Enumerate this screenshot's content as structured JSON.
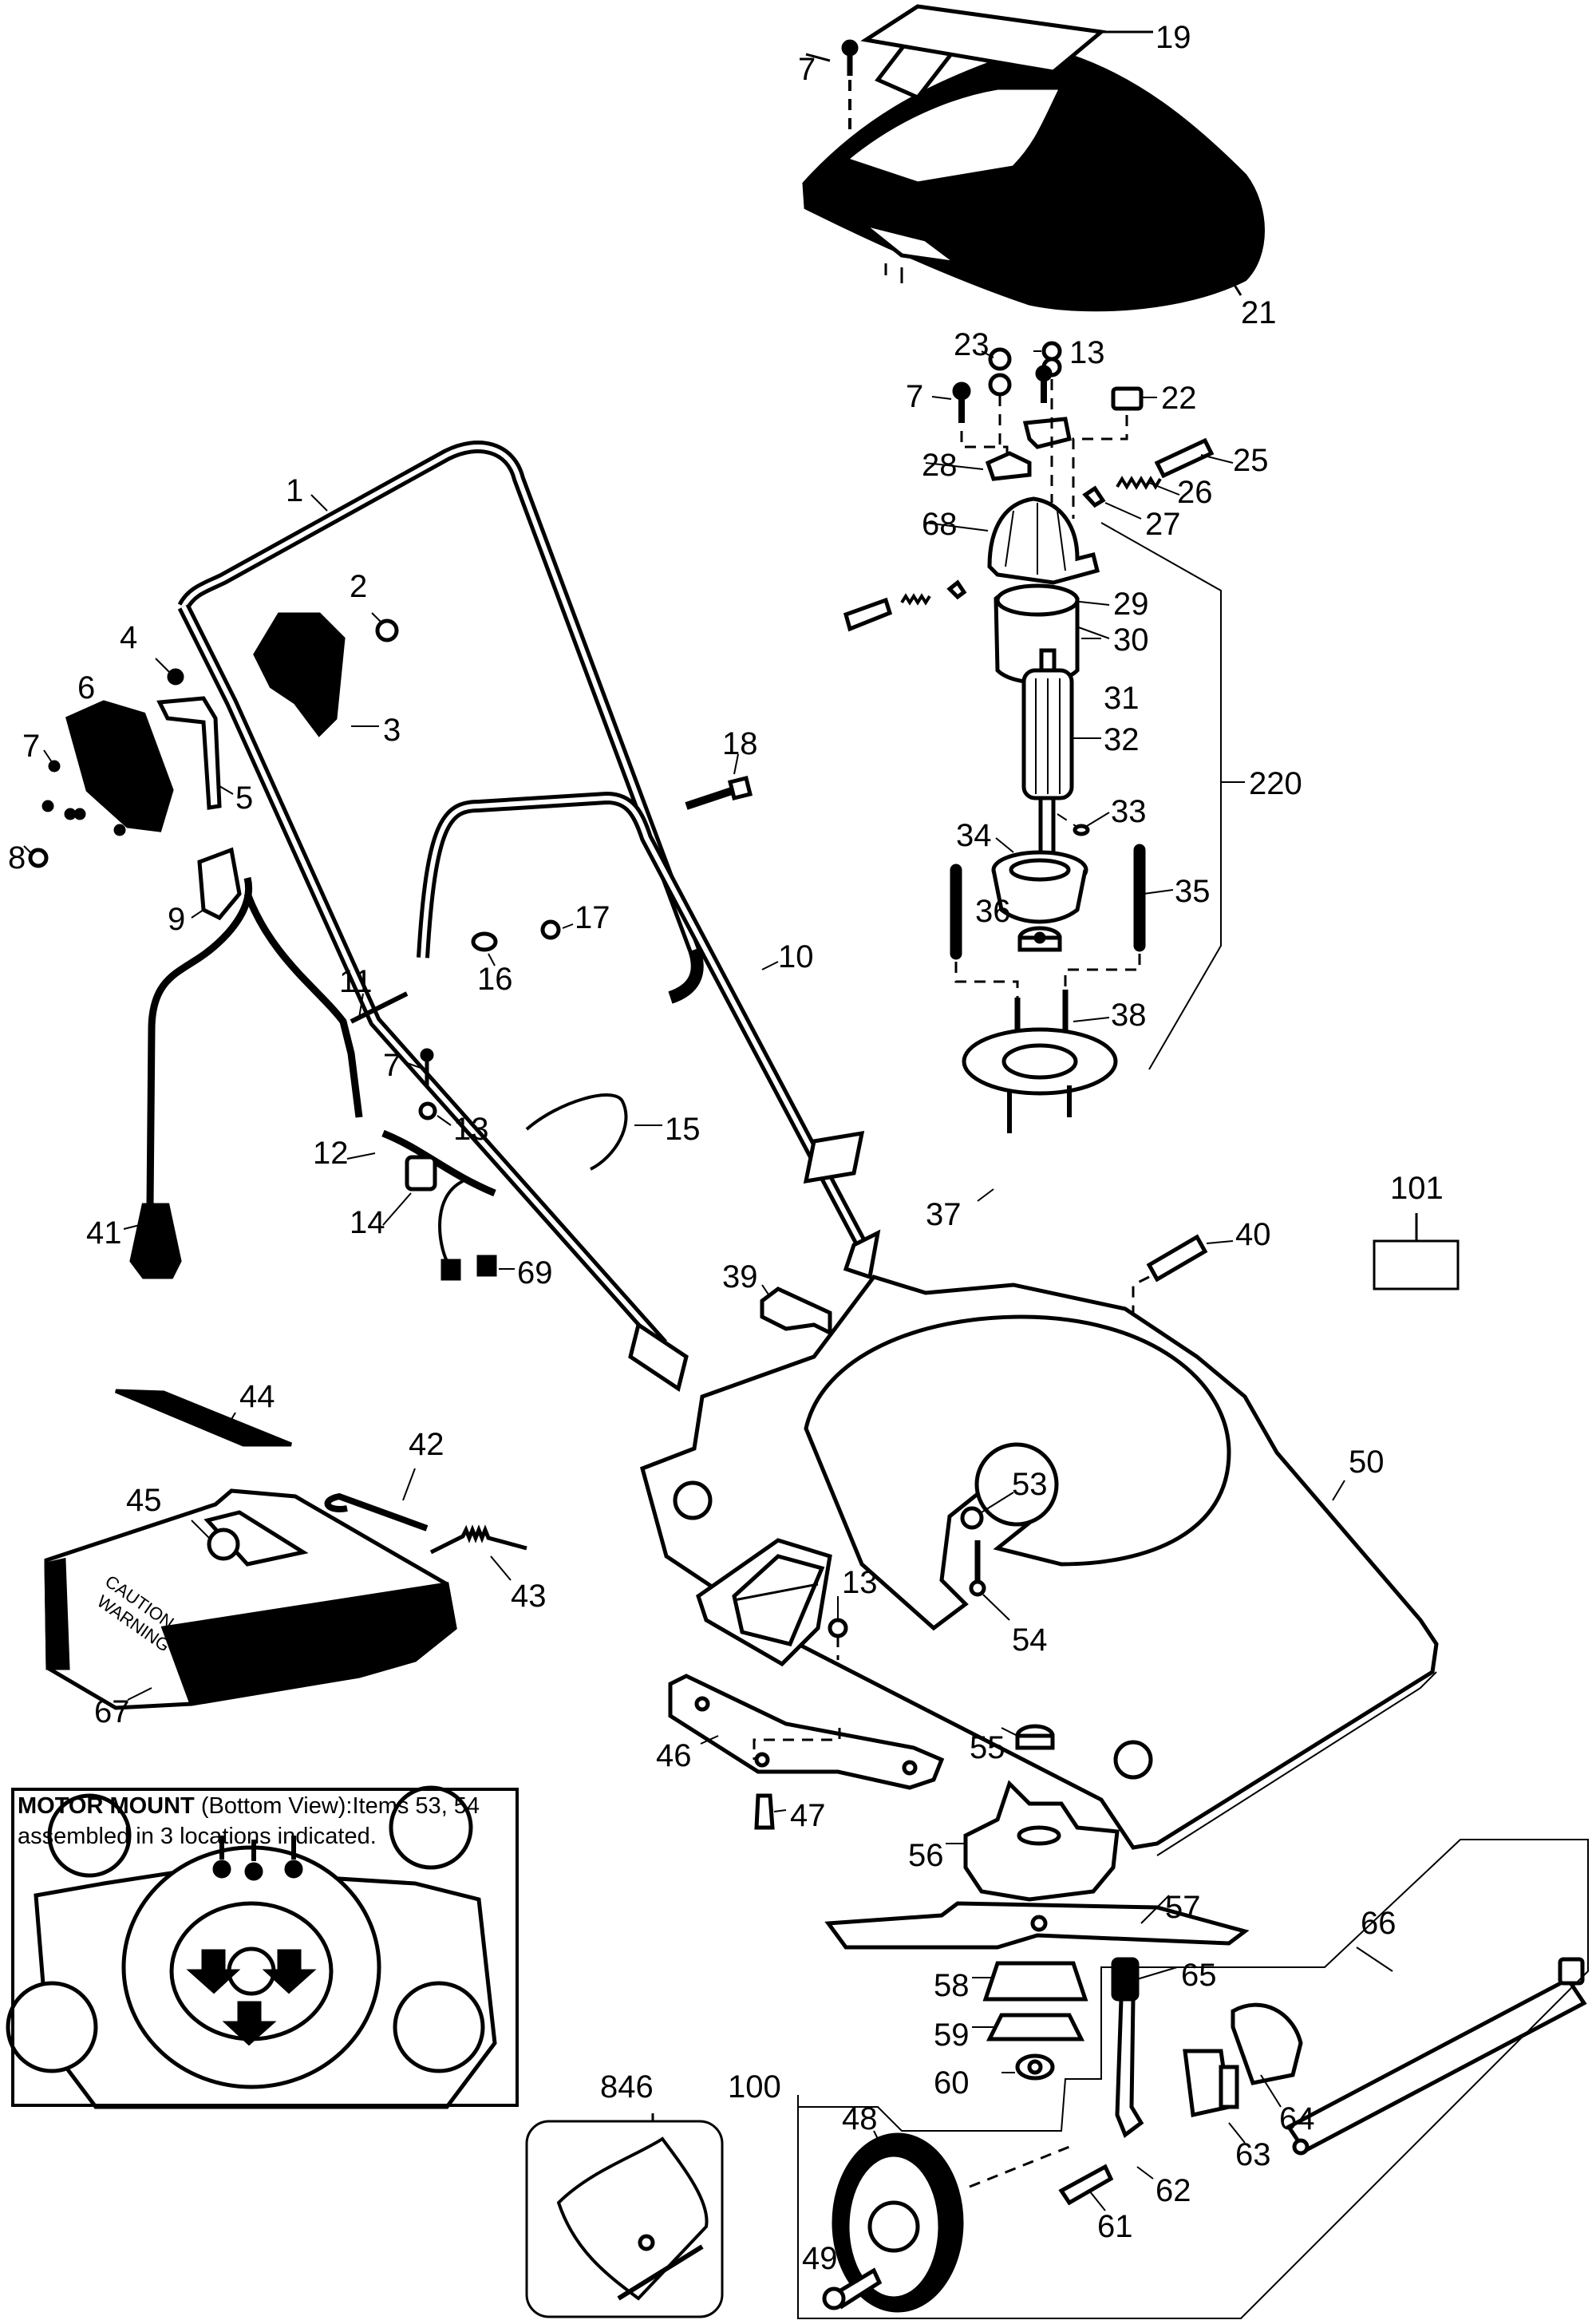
{
  "diagram": {
    "title": "Electric Lawn Mower Exploded Parts Diagram",
    "callouts": [
      {
        "id": "19",
        "text": "19"
      },
      {
        "id": "7a",
        "text": "7"
      },
      {
        "id": "21",
        "text": "21"
      },
      {
        "id": "23",
        "text": "23"
      },
      {
        "id": "13a",
        "text": "13"
      },
      {
        "id": "7b",
        "text": "7"
      },
      {
        "id": "22",
        "text": "22"
      },
      {
        "id": "28",
        "text": "28"
      },
      {
        "id": "25",
        "text": "25"
      },
      {
        "id": "26",
        "text": "26"
      },
      {
        "id": "27",
        "text": "27"
      },
      {
        "id": "68",
        "text": "68"
      },
      {
        "id": "29",
        "text": "29"
      },
      {
        "id": "30",
        "text": "30"
      },
      {
        "id": "31",
        "text": "31"
      },
      {
        "id": "32",
        "text": "32"
      },
      {
        "id": "33",
        "text": "33"
      },
      {
        "id": "34",
        "text": "34"
      },
      {
        "id": "35",
        "text": "35"
      },
      {
        "id": "36",
        "text": "36"
      },
      {
        "id": "38",
        "text": "38"
      },
      {
        "id": "37",
        "text": "37"
      },
      {
        "id": "40",
        "text": "40"
      },
      {
        "id": "220",
        "text": "220"
      },
      {
        "id": "101",
        "text": "101"
      },
      {
        "id": "1",
        "text": "1"
      },
      {
        "id": "2",
        "text": "2"
      },
      {
        "id": "3",
        "text": "3"
      },
      {
        "id": "4",
        "text": "4"
      },
      {
        "id": "6",
        "text": "6"
      },
      {
        "id": "5",
        "text": "5"
      },
      {
        "id": "7c",
        "text": "7"
      },
      {
        "id": "8",
        "text": "8"
      },
      {
        "id": "9",
        "text": "9"
      },
      {
        "id": "18",
        "text": "18"
      },
      {
        "id": "17",
        "text": "17"
      },
      {
        "id": "16",
        "text": "16"
      },
      {
        "id": "10",
        "text": "10"
      },
      {
        "id": "11",
        "text": "11"
      },
      {
        "id": "7d",
        "text": "7"
      },
      {
        "id": "13b",
        "text": "13"
      },
      {
        "id": "15",
        "text": "15"
      },
      {
        "id": "12",
        "text": "12"
      },
      {
        "id": "41",
        "text": "41"
      },
      {
        "id": "14",
        "text": "14"
      },
      {
        "id": "69",
        "text": "69"
      },
      {
        "id": "39",
        "text": "39"
      },
      {
        "id": "44",
        "text": "44"
      },
      {
        "id": "42",
        "text": "42"
      },
      {
        "id": "45",
        "text": "45"
      },
      {
        "id": "43",
        "text": "43"
      },
      {
        "id": "67",
        "text": "67"
      },
      {
        "id": "50",
        "text": "50"
      },
      {
        "id": "53",
        "text": "53"
      },
      {
        "id": "13c",
        "text": "13"
      },
      {
        "id": "54",
        "text": "54"
      },
      {
        "id": "46",
        "text": "46"
      },
      {
        "id": "55",
        "text": "55"
      },
      {
        "id": "47",
        "text": "47"
      },
      {
        "id": "56",
        "text": "56"
      },
      {
        "id": "57",
        "text": "57"
      },
      {
        "id": "66",
        "text": "66"
      },
      {
        "id": "58",
        "text": "58"
      },
      {
        "id": "65",
        "text": "65"
      },
      {
        "id": "59",
        "text": "59"
      },
      {
        "id": "60",
        "text": "60"
      },
      {
        "id": "64",
        "text": "64"
      },
      {
        "id": "100",
        "text": "100"
      },
      {
        "id": "48",
        "text": "48"
      },
      {
        "id": "63",
        "text": "63"
      },
      {
        "id": "62",
        "text": "62"
      },
      {
        "id": "61",
        "text": "61"
      },
      {
        "id": "49",
        "text": "49"
      },
      {
        "id": "846",
        "text": "846"
      }
    ],
    "grass_catcher_text": [
      "CAUTION",
      "WARNING"
    ]
  },
  "motor_mount_note": {
    "title": "MOTOR MOUNT",
    "text": "(Bottom View):Items 53, 54 assembled in 3 locations indicated."
  }
}
